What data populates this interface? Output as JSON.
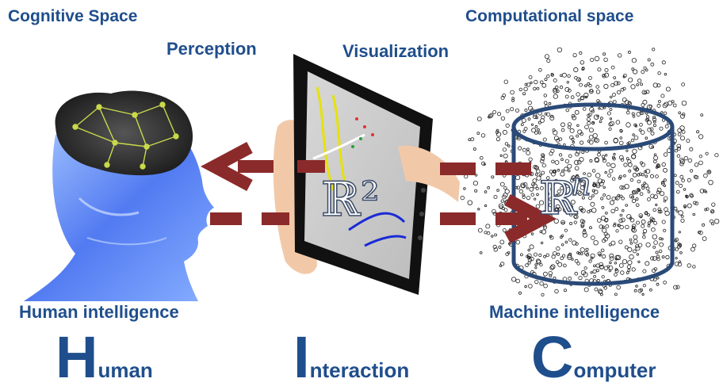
{
  "labels": {
    "cognitive_space": "Cognitive Space",
    "computational_space": "Computational space",
    "perception": "Perception",
    "visualization": "Visualization",
    "human_intelligence": "Human intelligence",
    "machine_intelligence": "Machine intelligence",
    "r2": "ℝ²",
    "rn": "ℝ",
    "rn_exp": "n"
  },
  "hci": {
    "human_initial": "H",
    "human_rest": "uman",
    "interaction_initial": "I",
    "interaction_rest": "nteraction",
    "computer_initial": "C",
    "computer_rest": "omputer"
  },
  "colors": {
    "title_blue": "#1f4e8c",
    "arrow_red": "#8b2a2a",
    "cylinder_blue": "#2a4a78"
  }
}
